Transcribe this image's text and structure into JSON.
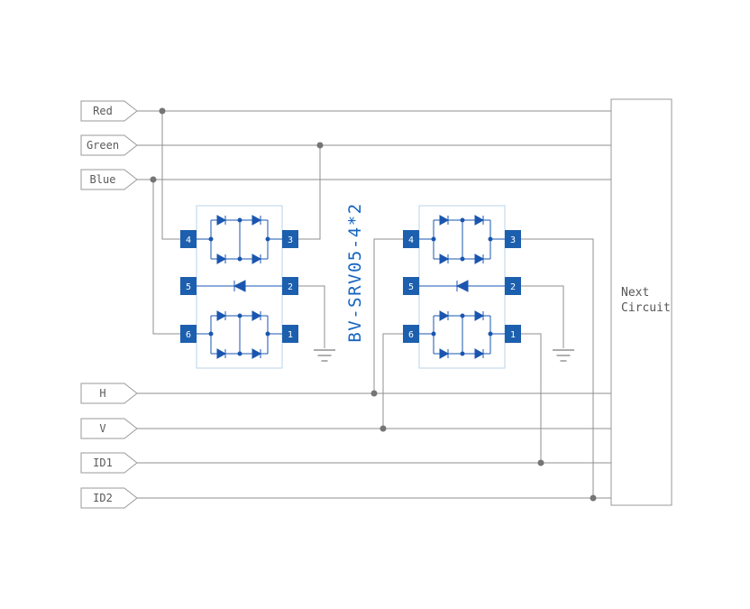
{
  "diagram": {
    "signals": [
      {
        "name": "Red"
      },
      {
        "name": "Green"
      },
      {
        "name": "Blue"
      },
      {
        "name": "H"
      },
      {
        "name": "V"
      },
      {
        "name": "ID1"
      },
      {
        "name": "ID2"
      }
    ],
    "chip": {
      "label": "BV-SRV05-4*2",
      "pins_left": [
        "4",
        "5",
        "6"
      ],
      "pins_right": [
        "3",
        "2",
        "1"
      ]
    },
    "next_circuit": {
      "line1": "Next",
      "line2": "Circuit"
    },
    "colors": {
      "wire": "#8f8f8f",
      "junction_dot": "#757575",
      "chip_outline": "#b9d3ea",
      "chip_internal_blue": "#1a56b0",
      "pin_blue": "#1c5fae",
      "chip_label_text": "#1565c0",
      "flag_border": "#9a9a9a",
      "flag_text": "#5a5a5a",
      "next_circuit_border": "#9a9a9a",
      "next_circuit_text": "#555555"
    }
  }
}
